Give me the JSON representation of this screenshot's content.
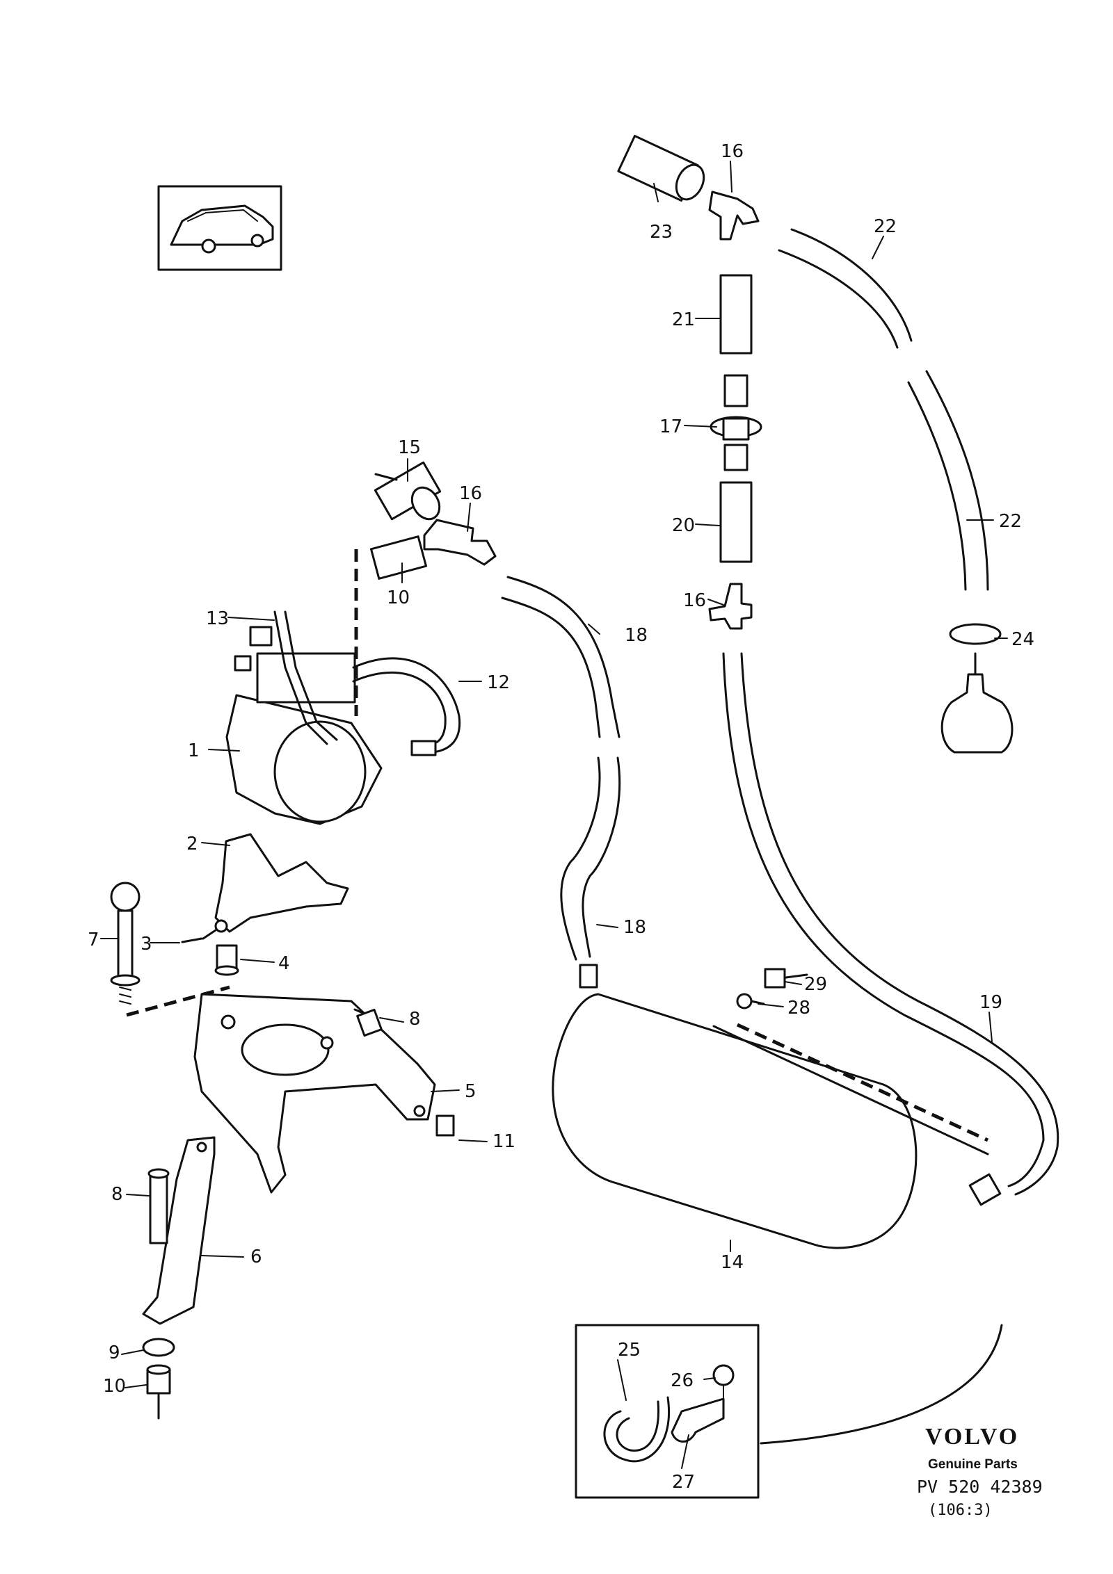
{
  "labels": {
    "l1": "1",
    "l2": "2",
    "l3": "3",
    "l4": "4",
    "l5": "5",
    "l6": "6",
    "l7": "7",
    "l8a": "8",
    "l8b": "8",
    "l9": "9",
    "l10a": "10",
    "l10b": "10",
    "l11": "11",
    "l12": "12",
    "l13": "13",
    "l14": "14",
    "l15": "15",
    "l16a": "16",
    "l16b": "16",
    "l16c": "16",
    "l17": "17",
    "l18a": "18",
    "l18b": "18",
    "l19": "19",
    "l20": "20",
    "l21": "21",
    "l22a": "22",
    "l22b": "22",
    "l23": "23",
    "l24": "24",
    "l25": "25",
    "l26": "26",
    "l27": "27",
    "l28": "28",
    "l29": "29"
  },
  "brand": {
    "name": "VOLVO",
    "tagline": "Genuine Parts",
    "code": "PV 520 42389",
    "ref": "(106:3)"
  }
}
